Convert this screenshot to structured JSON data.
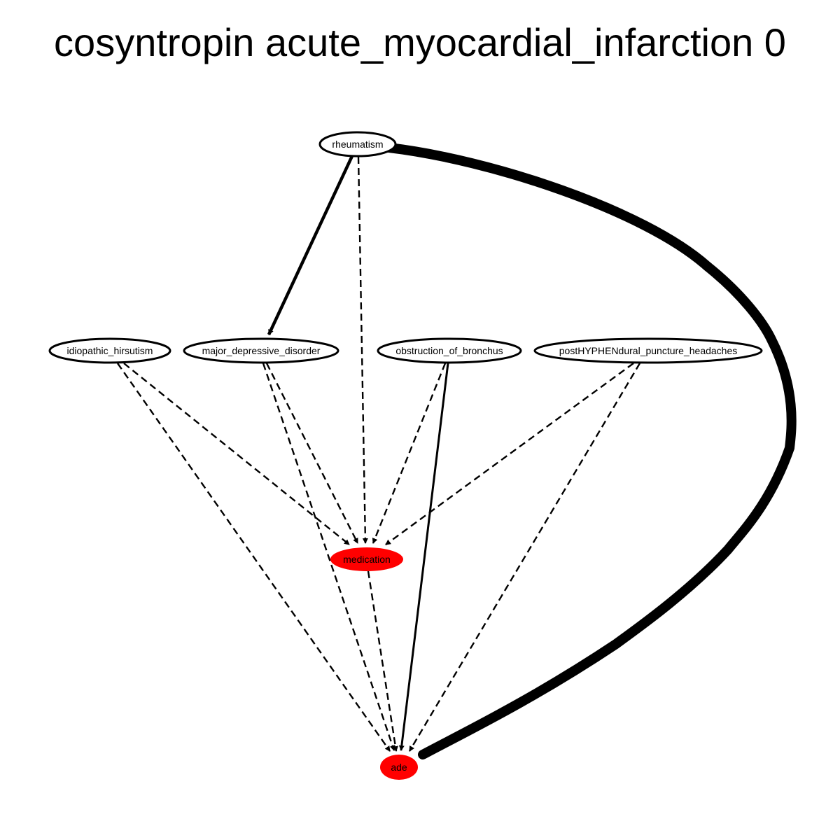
{
  "title": "cosyntropin acute_myocardial_infarction 0",
  "colors": {
    "highlight": "#ff0000",
    "stroke": "#000000",
    "background": "#ffffff"
  },
  "nodes": [
    {
      "id": "rheumatism",
      "label": "rheumatism",
      "filled": false
    },
    {
      "id": "idiopathic_hirsutism",
      "label": "idiopathic_hirsutism",
      "filled": false
    },
    {
      "id": "major_depressive_disorder",
      "label": "major_depressive_disorder",
      "filled": false
    },
    {
      "id": "obstruction_of_bronchus",
      "label": "obstruction_of_bronchus",
      "filled": false
    },
    {
      "id": "postHYPHENdural_puncture_headaches",
      "label": "postHYPHENdural_puncture_headaches",
      "filled": false
    },
    {
      "id": "medication",
      "label": "medication",
      "filled": true
    },
    {
      "id": "ade",
      "label": "ade",
      "filled": true
    }
  ],
  "edges": [
    {
      "from": "rheumatism",
      "to": "major_depressive_disorder",
      "style": "solid"
    },
    {
      "from": "rheumatism",
      "to": "medication",
      "style": "dashed"
    },
    {
      "from": "rheumatism",
      "to": "ade",
      "style": "thick"
    },
    {
      "from": "idiopathic_hirsutism",
      "to": "medication",
      "style": "dashed"
    },
    {
      "from": "idiopathic_hirsutism",
      "to": "ade",
      "style": "dashed"
    },
    {
      "from": "major_depressive_disorder",
      "to": "medication",
      "style": "dashed"
    },
    {
      "from": "major_depressive_disorder",
      "to": "ade",
      "style": "dashed"
    },
    {
      "from": "obstruction_of_bronchus",
      "to": "medication",
      "style": "dashed"
    },
    {
      "from": "obstruction_of_bronchus",
      "to": "ade",
      "style": "solid"
    },
    {
      "from": "postHYPHENdural_puncture_headaches",
      "to": "medication",
      "style": "dashed"
    },
    {
      "from": "postHYPHENdural_puncture_headaches",
      "to": "ade",
      "style": "dashed"
    },
    {
      "from": "medication",
      "to": "ade",
      "style": "dashed"
    }
  ]
}
